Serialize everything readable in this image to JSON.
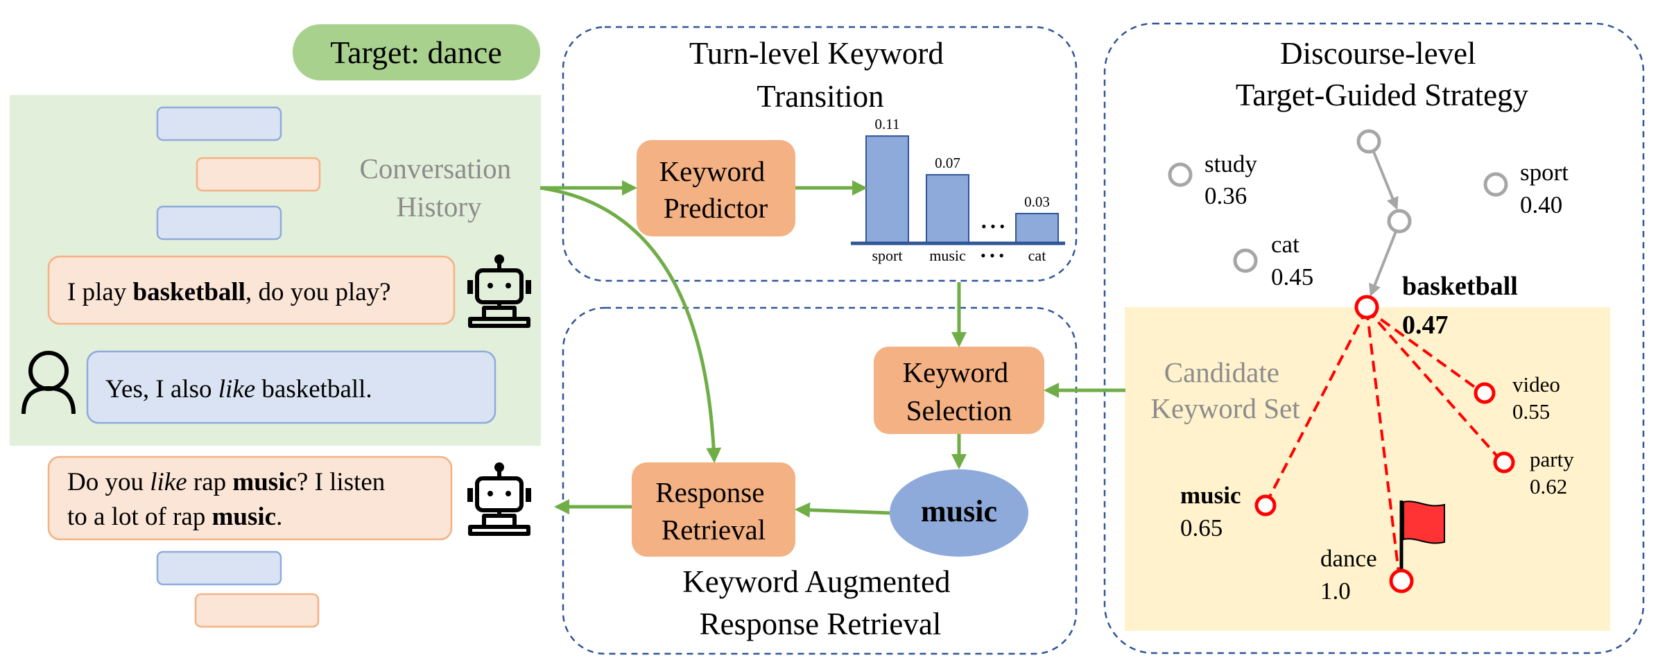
{
  "target": {
    "label": "Target: dance"
  },
  "history": {
    "label_line1": "Conversation",
    "label_line2": "History",
    "bot_msg": {
      "pre": "I play ",
      "bold": "basketball",
      "post": ", do you play?"
    },
    "user_msg": {
      "pre": "Yes, I also ",
      "italic": "like",
      "post": " basketball."
    },
    "response": {
      "line1": {
        "pre": "Do you ",
        "italic": "like",
        "mid": " rap ",
        "bold": "music",
        "post": "? I listen"
      },
      "line2": {
        "pre": "to a lot of rap ",
        "bold": "music",
        "post": "."
      }
    }
  },
  "turn_level": {
    "title_line1": "Turn-level Keyword",
    "title_line2": "Transition",
    "predictor_line1": "Keyword",
    "predictor_line2": "Predictor"
  },
  "chart_data": {
    "type": "bar",
    "categories": [
      "sport",
      "music",
      "cat"
    ],
    "values": [
      0.11,
      0.07,
      0.03
    ],
    "value_labels": [
      "0.11",
      "0.07",
      "0.03"
    ],
    "ellipsis": "• • •",
    "color": "#8eaadb"
  },
  "retrieval": {
    "selection_line1": "Keyword",
    "selection_line2": "Selection",
    "music": "music",
    "response_line1": "Response",
    "response_line2": "Retrieval",
    "title_line1": "Keyword Augmented",
    "title_line2": "Response Retrieval"
  },
  "discourse": {
    "title_line1": "Discourse-level",
    "title_line2": "Target-Guided Strategy",
    "candidate_line1": "Candidate",
    "candidate_line2": "Keyword Set",
    "keywords": [
      {
        "name": "study",
        "score": "0.36"
      },
      {
        "name": "sport",
        "score": "0.40"
      },
      {
        "name": "cat",
        "score": "0.45"
      },
      {
        "name": "basketball",
        "score": "0.47"
      },
      {
        "name": "video",
        "score": "0.55"
      },
      {
        "name": "party",
        "score": "0.62"
      },
      {
        "name": "music",
        "score": "0.65"
      },
      {
        "name": "dance",
        "score": "1.0"
      }
    ]
  },
  "colors": {
    "green_bg": "#e2efda",
    "green_pill": "#a9d18e",
    "arrow_green": "#70ad47",
    "orange_fill": "#f4b183",
    "orange_light": "#fbe5d6",
    "orange_stroke": "#f4b183",
    "blue_light": "#dae3f3",
    "blue_stroke": "#8faadc",
    "bar_fill": "#8eaadb",
    "dash_blue": "#2f5597",
    "cream": "#fff2cc",
    "red": "#ff0000",
    "gray": "#999999",
    "gray_text": "#8c8c8c"
  }
}
